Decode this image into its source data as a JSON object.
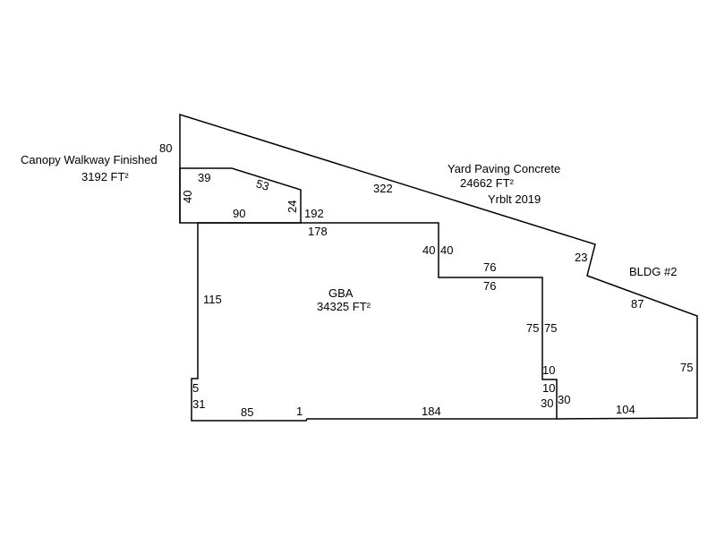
{
  "areas": {
    "canopy": {
      "name": "Canopy Walkway Finished",
      "size": "3192 FT²"
    },
    "yard": {
      "name": "Yard Paving Concrete",
      "size": "24662 FT²",
      "year": "Yrblt 2019"
    },
    "gba": {
      "name": "GBA",
      "size": "34325 FT²"
    },
    "bldg2": {
      "name": "BLDG #2"
    }
  },
  "dimensions": {
    "d80": "80",
    "d39": "39",
    "d53": "53",
    "d40a": "40",
    "d24": "24",
    "d90": "90",
    "d192": "192",
    "d322": "322",
    "d178": "178",
    "d40b": "40",
    "d40c": "40",
    "d76a": "76",
    "d76b": "76",
    "d23": "23",
    "d87": "87",
    "d115": "115",
    "d75a": "75",
    "d75b": "75",
    "d75c": "75",
    "d10a": "10",
    "d10b": "10",
    "d30a": "30",
    "d30b": "30",
    "d5": "5",
    "d31": "31",
    "d85": "85",
    "d1": "1",
    "d184": "184",
    "d104": "104"
  }
}
